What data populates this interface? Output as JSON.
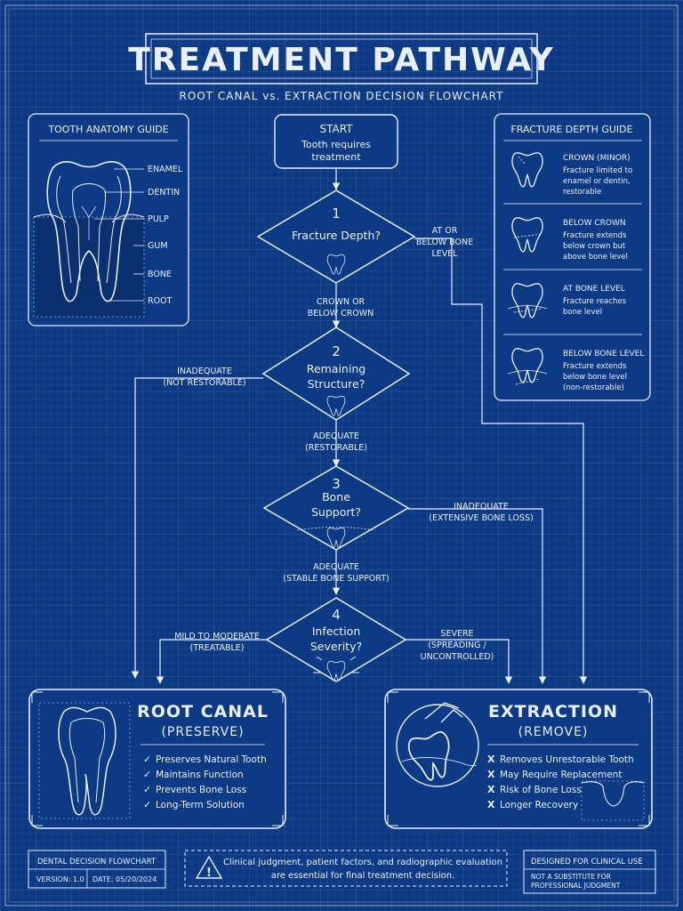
{
  "title": "TREATMENT PATHWAY",
  "subtitle": "ROOT CANAL vs. EXTRACTION DECISION FLOWCHART",
  "anatomy": {
    "heading": "TOOTH ANATOMY GUIDE",
    "labels": [
      "ENAMEL",
      "DENTIN",
      "PULP",
      "GUM",
      "BONE",
      "ROOT"
    ]
  },
  "fracture_guide": {
    "heading": "FRACTURE DEPTH GUIDE",
    "items": [
      {
        "title": "CROWN (MINOR)",
        "lines": [
          "Fracture limited to",
          "enamel or dentin,",
          "restorable"
        ]
      },
      {
        "title": "BELOW CROWN",
        "lines": [
          "Fracture extends",
          "below crown but",
          "above bone level"
        ]
      },
      {
        "title": "AT BONE LEVEL",
        "lines": [
          "Fracture reaches",
          "bone level"
        ]
      },
      {
        "title": "BELOW BONE LEVEL",
        "lines": [
          "Fracture extends",
          "below bone level",
          "(non-restorable)"
        ]
      }
    ]
  },
  "start": {
    "title": "START",
    "lines": [
      "Tooth requires",
      "treatment"
    ]
  },
  "decisions": [
    {
      "number": "1",
      "lines": [
        "Fracture Depth?"
      ]
    },
    {
      "number": "2",
      "lines": [
        "Remaining",
        "Structure?"
      ]
    },
    {
      "number": "3",
      "lines": [
        "Bone",
        "Support?"
      ]
    },
    {
      "number": "4",
      "lines": [
        "Infection",
        "Severity?"
      ]
    }
  ],
  "branches": {
    "d1_right": [
      "AT OR",
      "BELOW BONE",
      "LEVEL"
    ],
    "d1_down": [
      "CROWN OR",
      "BELOW CROWN"
    ],
    "d2_left": [
      "INADEQUATE",
      "(NOT RESTORABLE)"
    ],
    "d2_down": [
      "ADEQUATE",
      "(RESTORABLE)"
    ],
    "d3_right": [
      "INADEQUATE",
      "(EXTENSIVE BONE LOSS)"
    ],
    "d3_down": [
      "ADEQUATE",
      "(STABLE BONE SUPPORT)"
    ],
    "d4_left": [
      "MILD TO MODERATE",
      "(TREATABLE)"
    ],
    "d4_right": [
      "SEVERE",
      "(SPREADING /",
      "UNCONTROLLED)"
    ]
  },
  "root_canal": {
    "title": "ROOT CANAL",
    "subtitle": "(PRESERVE)",
    "bullet": "✓",
    "points": [
      "Preserves Natural Tooth",
      "Maintains Function",
      "Prevents Bone Loss",
      "Long-Term Solution"
    ]
  },
  "extraction": {
    "title": "EXTRACTION",
    "subtitle": "(REMOVE)",
    "bullet": "X",
    "points": [
      "Removes Unrestorable Tooth",
      "May Require Replacement",
      "Risk of Bone Loss",
      "Longer Recovery"
    ]
  },
  "footer": {
    "doc_title": "DENTAL DECISION FLOWCHART",
    "version": "VERSION: 1.0",
    "date": "DATE: 05/20/2024",
    "warning_symbol": "!",
    "note_lines": [
      "Clinical judgment, patient factors, and radiographic evaluation",
      "are essential for final treatment decision."
    ],
    "designed": "DESIGNED FOR CLINICAL USE",
    "disclaimer_lines": [
      "NOT A SUBSTITUTE FOR",
      "PROFESSIONAL JUDGMENT"
    ]
  },
  "colors": {
    "background": "#0d3a84",
    "line": "#e8f0ff"
  },
  "icons": [
    "tooth-icon",
    "warning-icon",
    "forceps-icon",
    "check-icon",
    "x-icon"
  ]
}
